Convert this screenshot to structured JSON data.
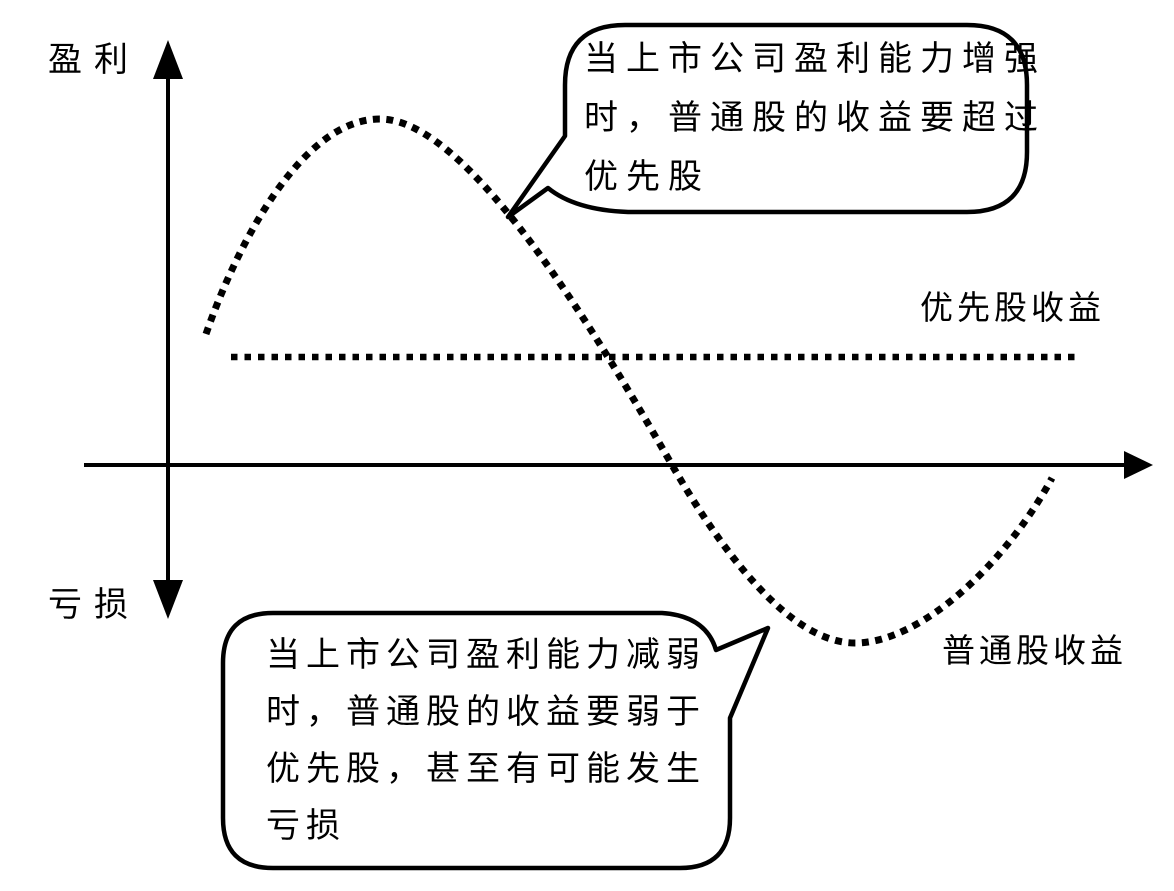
{
  "diagram": {
    "colors": {
      "ink": "#000000",
      "background": "#ffffff"
    },
    "y_axis": {
      "top_label": "盈利",
      "bottom_label": "亏损"
    },
    "series": {
      "preferred": {
        "label": "优先股收益",
        "style": "dotted-horizontal-line"
      },
      "common": {
        "label": "普通股收益",
        "style": "dotted-sine-curve"
      }
    },
    "callouts": {
      "top": {
        "lines": [
          "当上市公司盈利能力增强",
          "时，普通股的收益要超过",
          "优先股"
        ]
      },
      "bottom": {
        "lines": [
          "当上市公司盈利能力减弱",
          "时，普通股的收益要弱于",
          "优先股，甚至有可能发生",
          "亏损"
        ]
      }
    }
  }
}
